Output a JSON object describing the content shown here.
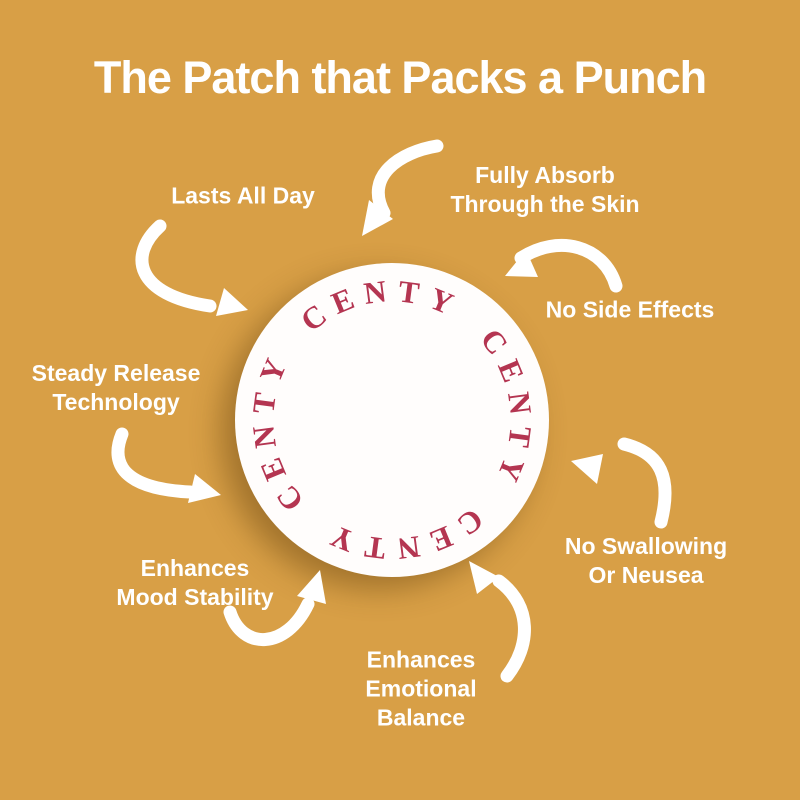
{
  "colors": {
    "background": "#d89f46",
    "accent_red": "#b43551",
    "text_white": "#ffffff"
  },
  "title": "The Patch that Packs a Punch",
  "center_badge": {
    "brand": "CENTY",
    "repetitions": 4
  },
  "features": [
    {
      "id": "lasts-all-day",
      "lines": [
        "Lasts All Day"
      ]
    },
    {
      "id": "fully-absorb",
      "lines": [
        "Fully Absorb",
        "Through the Skin"
      ]
    },
    {
      "id": "no-side-effects",
      "lines": [
        "No Side Effects"
      ]
    },
    {
      "id": "steady-release",
      "lines": [
        "Steady Release",
        "Technology"
      ]
    },
    {
      "id": "mood-stability",
      "lines": [
        "Enhances",
        "Mood Stability"
      ]
    },
    {
      "id": "emotional-balance",
      "lines": [
        "Enhances",
        "Emotional",
        "Balance"
      ]
    },
    {
      "id": "no-swallowing",
      "lines": [
        "No Swallowing",
        "Or Neusea"
      ]
    }
  ]
}
